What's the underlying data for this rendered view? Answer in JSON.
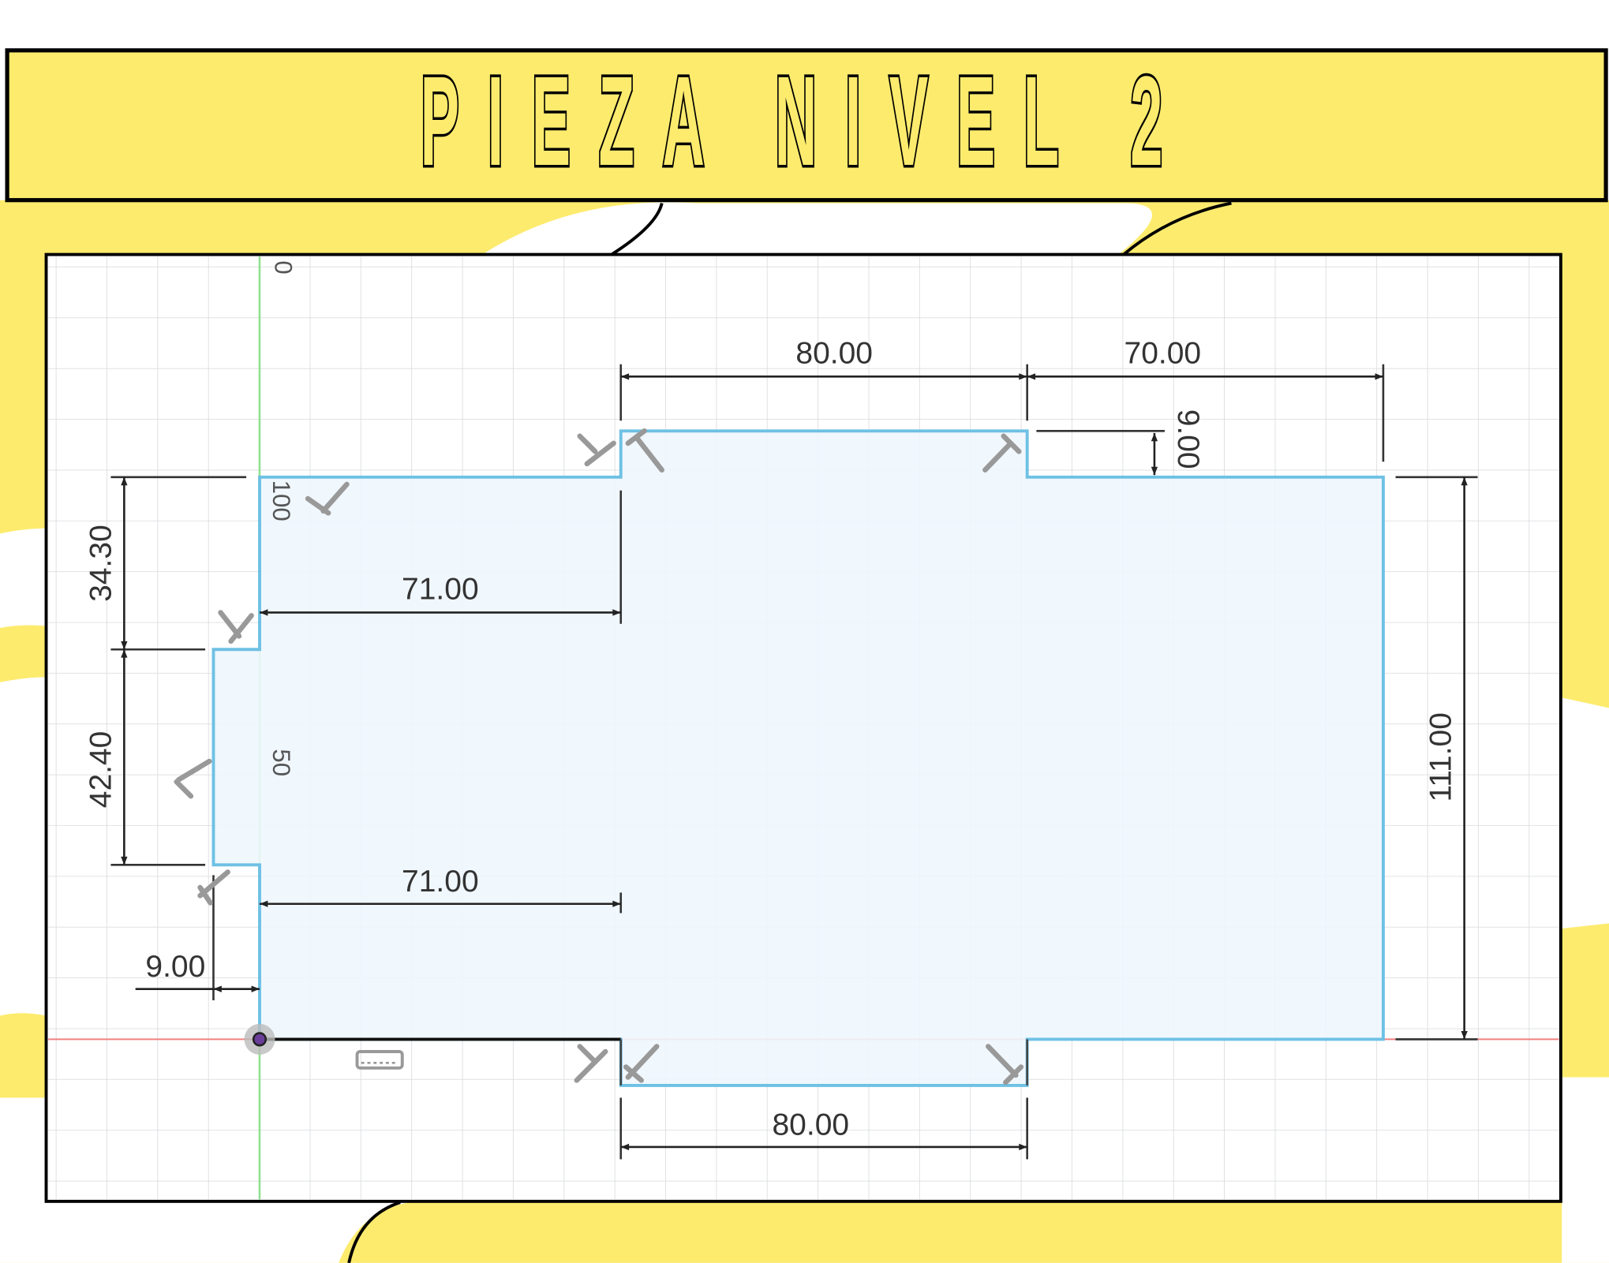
{
  "title": "PIEZA NIVEL 2",
  "colors": {
    "background_yellow": "#fdeb6e",
    "profile_line": "#6ec1e4",
    "profile_fill": "#eef6fd",
    "x_axis": "#f08080",
    "y_axis": "#90e090",
    "dimension": "#222222"
  },
  "dimensions": {
    "top_middle_width": "80.00",
    "top_right_width": "70.00",
    "step_height": "9.00",
    "upper_left_height": "34.30",
    "left_notch_height": "42.40",
    "upper_inner_width": "71.00",
    "lower_inner_width": "71.00",
    "notch_depth": "9.00",
    "total_height": "111.00",
    "bottom_width": "80.00"
  },
  "axis_labels": {
    "top": "0",
    "upper": "100",
    "middle": "50"
  },
  "icons": [
    "perpendicular-constraint-icon",
    "horizontal-constraint-icon",
    "origin-icon"
  ]
}
